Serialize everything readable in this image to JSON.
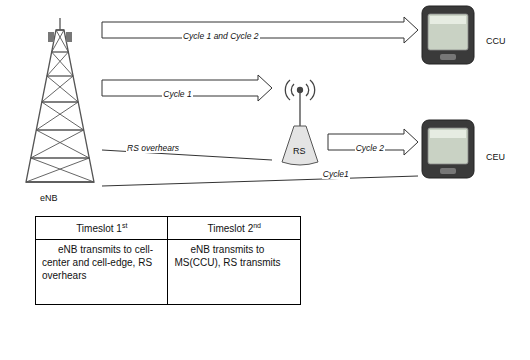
{
  "diagram": {
    "nodes": [
      {
        "text": [
          "eNB"
        ]
      },
      {
        "text": [
          "CCU"
        ]
      },
      {
        "text": [
          "RS"
        ]
      },
      {
        "text": [
          "CEU"
        ]
      }
    ],
    "edges": [
      {
        "from": 0,
        "to": 1,
        "label": "Cycle 1 and Cycle 2",
        "arrow": "to"
      },
      {
        "from": 0,
        "to": 2,
        "label": "Cycle 1",
        "arrow": "to"
      },
      {
        "from": 2,
        "to": 3,
        "label": "Cycle 2",
        "arrow": "to"
      },
      {
        "from": 0,
        "to": 2,
        "label": "RS overhears",
        "arrow": "none"
      },
      {
        "from": 0,
        "to": 3,
        "label": "Cycle1",
        "arrow": "none"
      }
    ],
    "labels": [
      "Timeslot 1",
      "st",
      "Timeslot 2",
      "nd",
      "eNB transmits to cell-center and cell-edge, RS overhears",
      "eNB transmits to MS(CCU), RS transmits"
    ]
  }
}
